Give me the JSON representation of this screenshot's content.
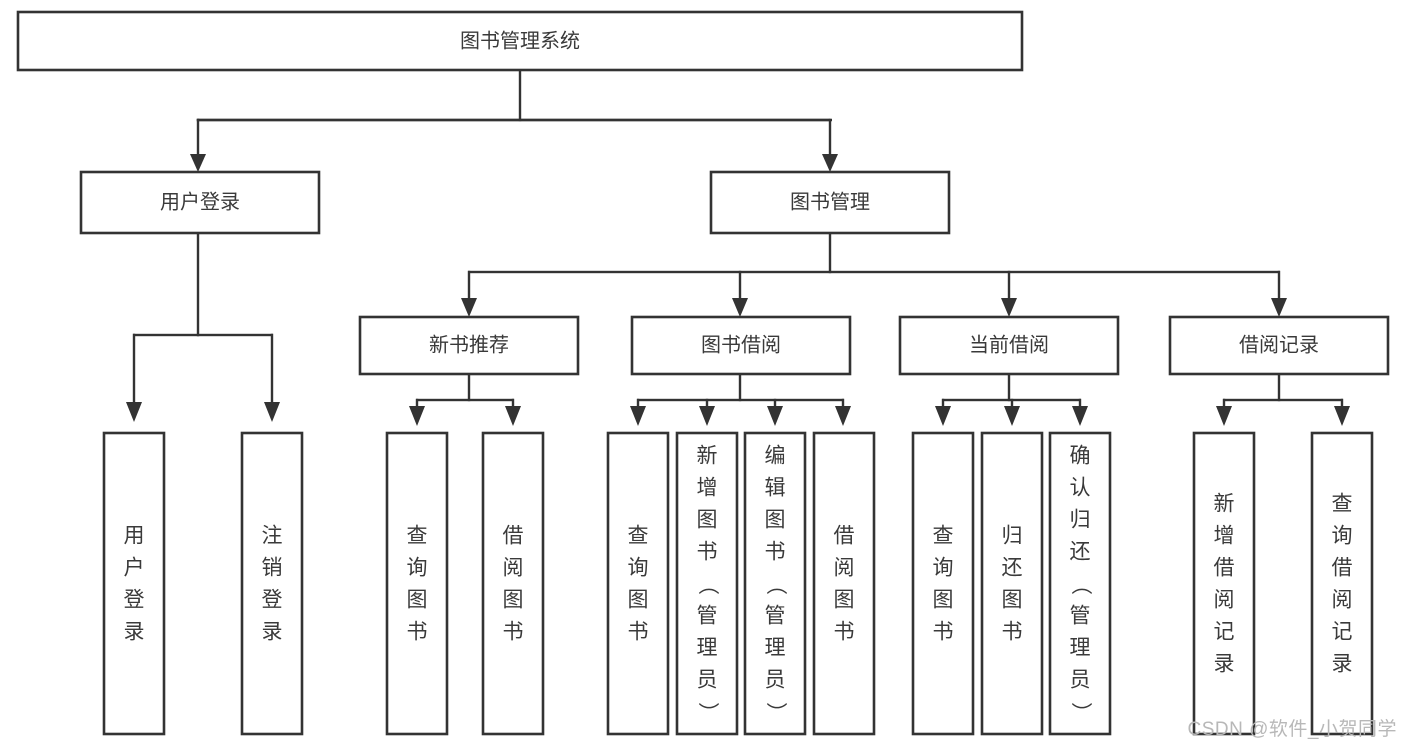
{
  "diagram": {
    "type": "tree-hierarchy",
    "title": "图书管理系统",
    "watermark": "CSDN @软件_小贺同学",
    "colors": {
      "stroke": "#333333",
      "fill": "#ffffff",
      "text": "#3a3a3a",
      "watermark": "#b8b8b8",
      "background": "#ffffff"
    },
    "levels": [
      {
        "level": 0,
        "nodes": [
          {
            "id": "root",
            "label": "图书管理系统",
            "orientation": "horizontal"
          }
        ]
      },
      {
        "level": 1,
        "nodes": [
          {
            "id": "login",
            "label": "用户登录",
            "orientation": "horizontal",
            "parent": "root"
          },
          {
            "id": "bookmgmt",
            "label": "图书管理",
            "orientation": "horizontal",
            "parent": "root"
          }
        ]
      },
      {
        "level": 2,
        "nodes": [
          {
            "id": "newbook",
            "label": "新书推荐",
            "orientation": "horizontal",
            "parent": "bookmgmt"
          },
          {
            "id": "borrow",
            "label": "图书借阅",
            "orientation": "horizontal",
            "parent": "bookmgmt"
          },
          {
            "id": "current",
            "label": "当前借阅",
            "orientation": "horizontal",
            "parent": "bookmgmt"
          },
          {
            "id": "records",
            "label": "借阅记录",
            "orientation": "horizontal",
            "parent": "bookmgmt"
          }
        ]
      },
      {
        "level": 3,
        "nodes": [
          {
            "id": "leaf-user-login",
            "label": "用户登录",
            "orientation": "vertical",
            "parent": "login"
          },
          {
            "id": "leaf-user-logout",
            "label": "注销登录",
            "orientation": "vertical",
            "parent": "login"
          },
          {
            "id": "leaf-query-book-1",
            "label": "查询图书",
            "orientation": "vertical",
            "parent": "newbook"
          },
          {
            "id": "leaf-borrow-book-1",
            "label": "借阅图书",
            "orientation": "vertical",
            "parent": "newbook"
          },
          {
            "id": "leaf-query-book-2",
            "label": "查询图书",
            "orientation": "vertical",
            "parent": "borrow"
          },
          {
            "id": "leaf-add-book",
            "label": "新增图书（管理员）",
            "orientation": "vertical",
            "parent": "borrow"
          },
          {
            "id": "leaf-edit-book",
            "label": "编辑图书（管理员）",
            "orientation": "vertical",
            "parent": "borrow"
          },
          {
            "id": "leaf-borrow-book-2",
            "label": "借阅图书",
            "orientation": "vertical",
            "parent": "borrow"
          },
          {
            "id": "leaf-query-book-3",
            "label": "查询图书",
            "orientation": "vertical",
            "parent": "current"
          },
          {
            "id": "leaf-return-book",
            "label": "归还图书",
            "orientation": "vertical",
            "parent": "current"
          },
          {
            "id": "leaf-confirm-return",
            "label": "确认归还（管理员）",
            "orientation": "vertical",
            "parent": "current"
          },
          {
            "id": "leaf-add-record",
            "label": "新增借阅记录",
            "orientation": "vertical",
            "parent": "records"
          },
          {
            "id": "leaf-query-record",
            "label": "查询借阅记录",
            "orientation": "vertical",
            "parent": "records"
          }
        ]
      }
    ]
  }
}
